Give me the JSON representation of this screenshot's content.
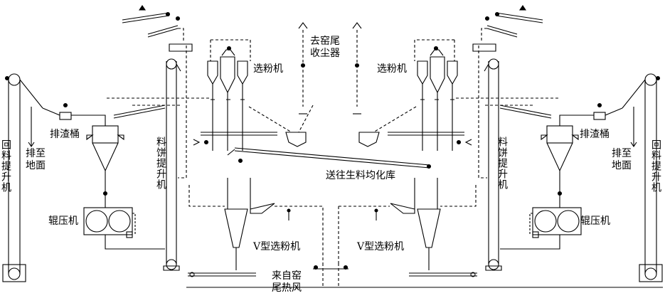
{
  "labels": {
    "classifier_left": "选粉机",
    "classifier_right": "选粉机",
    "to_kiln_tail_dust": "去窑尾\n收尘器",
    "slag_bin_left": "排渣桶",
    "slag_bin_right": "排渣桶",
    "to_ground_left": "排至\n地面",
    "to_ground_right": "排至\n地面",
    "return_elevator_left": "回料提升机",
    "return_elevator_right": "回料提升机",
    "cake_elevator_left": "料饼提升机",
    "cake_elevator_right": "料饼提升机",
    "roller_press_left": "辊压机",
    "roller_press_right": "辊压机",
    "to_homogenizing_silo": "送往生料均化库",
    "v_classifier_left": "V型选粉机",
    "v_classifier_right": "V型选粉机",
    "from_kiln_tail_hot_air": "来自窑\n尾热风"
  },
  "colors": {
    "line": "#000000",
    "background": "#ffffff"
  }
}
